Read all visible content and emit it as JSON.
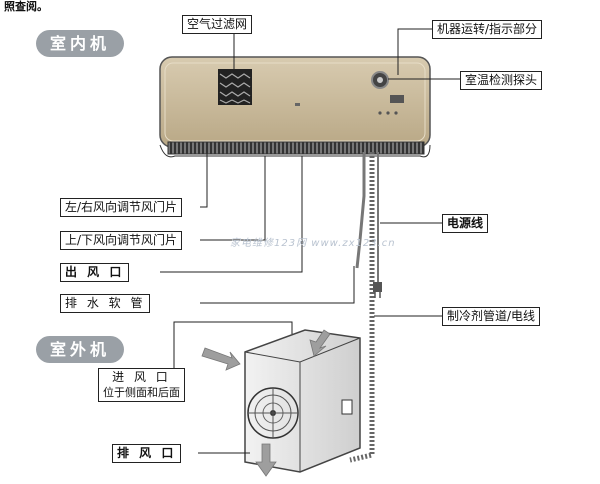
{
  "top_note": "照查阅。",
  "sections": {
    "indoor": "室内机",
    "outdoor": "室外机"
  },
  "labels": {
    "air_filter": "空气过滤网",
    "indicator": "机器运转/指示部分",
    "temp_sensor": "室温检测探头",
    "lr_louver": "左/右风向调节风门片",
    "ud_louver": "上/下风向调节风门片",
    "outlet": "出 风 口",
    "drain_hose": "排 水 软 管",
    "power_cord": "电源线",
    "refrigerant_pipe": "制冷剂管道/电线",
    "outdoor_inlet": "进 风 口",
    "outdoor_inlet_sub": "位于侧面和后面",
    "outdoor_outlet": "排 风 口"
  },
  "watermark": "家电维修123网 www.zx123.cn",
  "colors": {
    "indoor_body": "#c7b79a",
    "outdoor_body": "#e9e9e9",
    "section_pill": "#9aa0a6",
    "arrow": "#9e9e9e"
  }
}
